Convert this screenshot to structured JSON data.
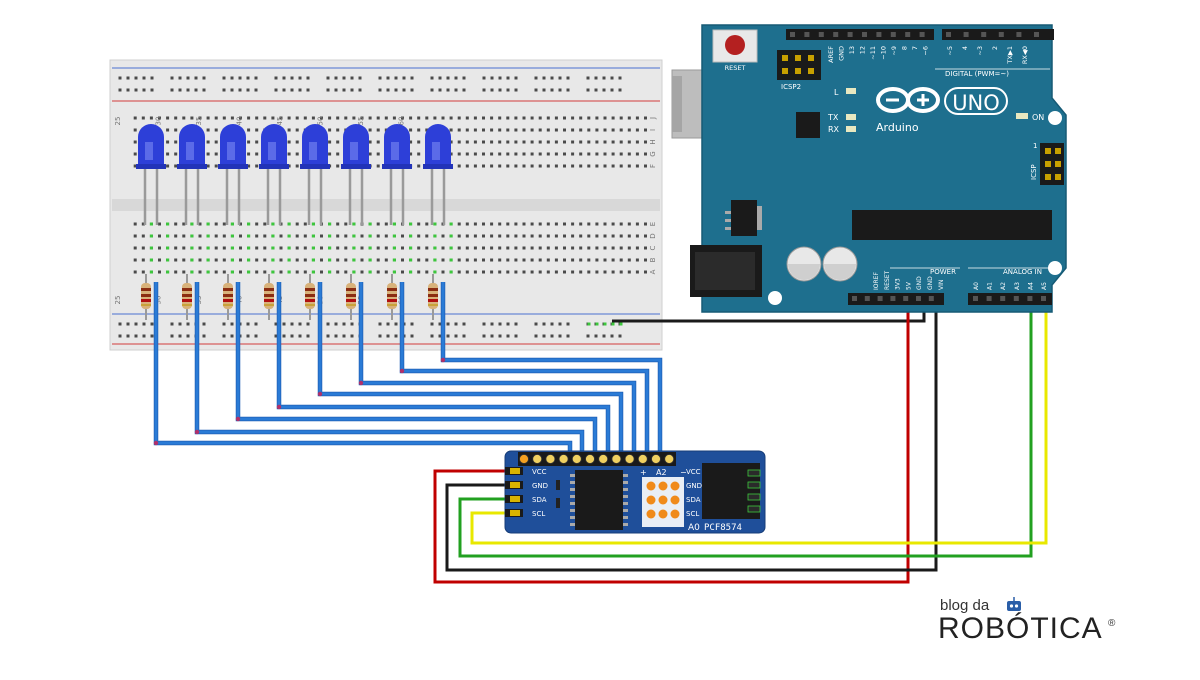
{
  "breadboard": {
    "column_numbers": [
      "25",
      "30",
      "35",
      "40",
      "45",
      "50",
      "55",
      "60"
    ],
    "row_letters_top": [
      "J",
      "I",
      "H",
      "G",
      "F"
    ],
    "row_letters_bottom": [
      "E",
      "D",
      "C",
      "B",
      "A"
    ]
  },
  "leds": {
    "count": 8,
    "color": "#2d3fd8"
  },
  "resistors": {
    "count": 8
  },
  "arduino": {
    "brand": "Arduino",
    "model": "UNO",
    "reset_label": "RESET",
    "icsp2_label": "ICSP2",
    "icsp_label": "ICSP",
    "icsp_pin1": "1",
    "digital_label": "DIGITAL (PWM=~)",
    "digital_pins": [
      "AREF",
      "GND",
      "13",
      "12",
      "~11",
      "~10",
      "~9",
      "8",
      "7",
      "~6",
      "~5",
      "4",
      "~3",
      "2",
      "TX▶1",
      "RX◀0"
    ],
    "led_labels": {
      "l": "L",
      "tx": "TX",
      "rx": "RX",
      "on": "ON"
    },
    "power_label": "POWER",
    "power_pins": [
      "IOREF",
      "RESET",
      "3V3",
      "5V",
      "GND",
      "GND",
      "VIN"
    ],
    "analog_label": "ANALOG IN",
    "analog_pins": [
      "A0",
      "A1",
      "A2",
      "A3",
      "A4",
      "A5"
    ],
    "board_color": "#1e6f8e"
  },
  "pcf8574": {
    "left_pins": [
      "VCC",
      "GND",
      "SDA",
      "SCL"
    ],
    "right_pins": [
      "VCC",
      "GND",
      "SDA",
      "SCL"
    ],
    "address_labels": {
      "a2": "A2",
      "a0": "A0",
      "plus": "+",
      "minus": "−"
    },
    "chip_name": "PCF8574",
    "board_color": "#1f4f9a"
  },
  "wires": {
    "led_color": "#2a7bd6",
    "red": "#c00000",
    "black": "#1a1a1a",
    "green": "#22a020",
    "yellow": "#e8e800"
  },
  "logo": {
    "line1": "blog da",
    "line2": "ROBÓTICA",
    "mark": "®"
  }
}
